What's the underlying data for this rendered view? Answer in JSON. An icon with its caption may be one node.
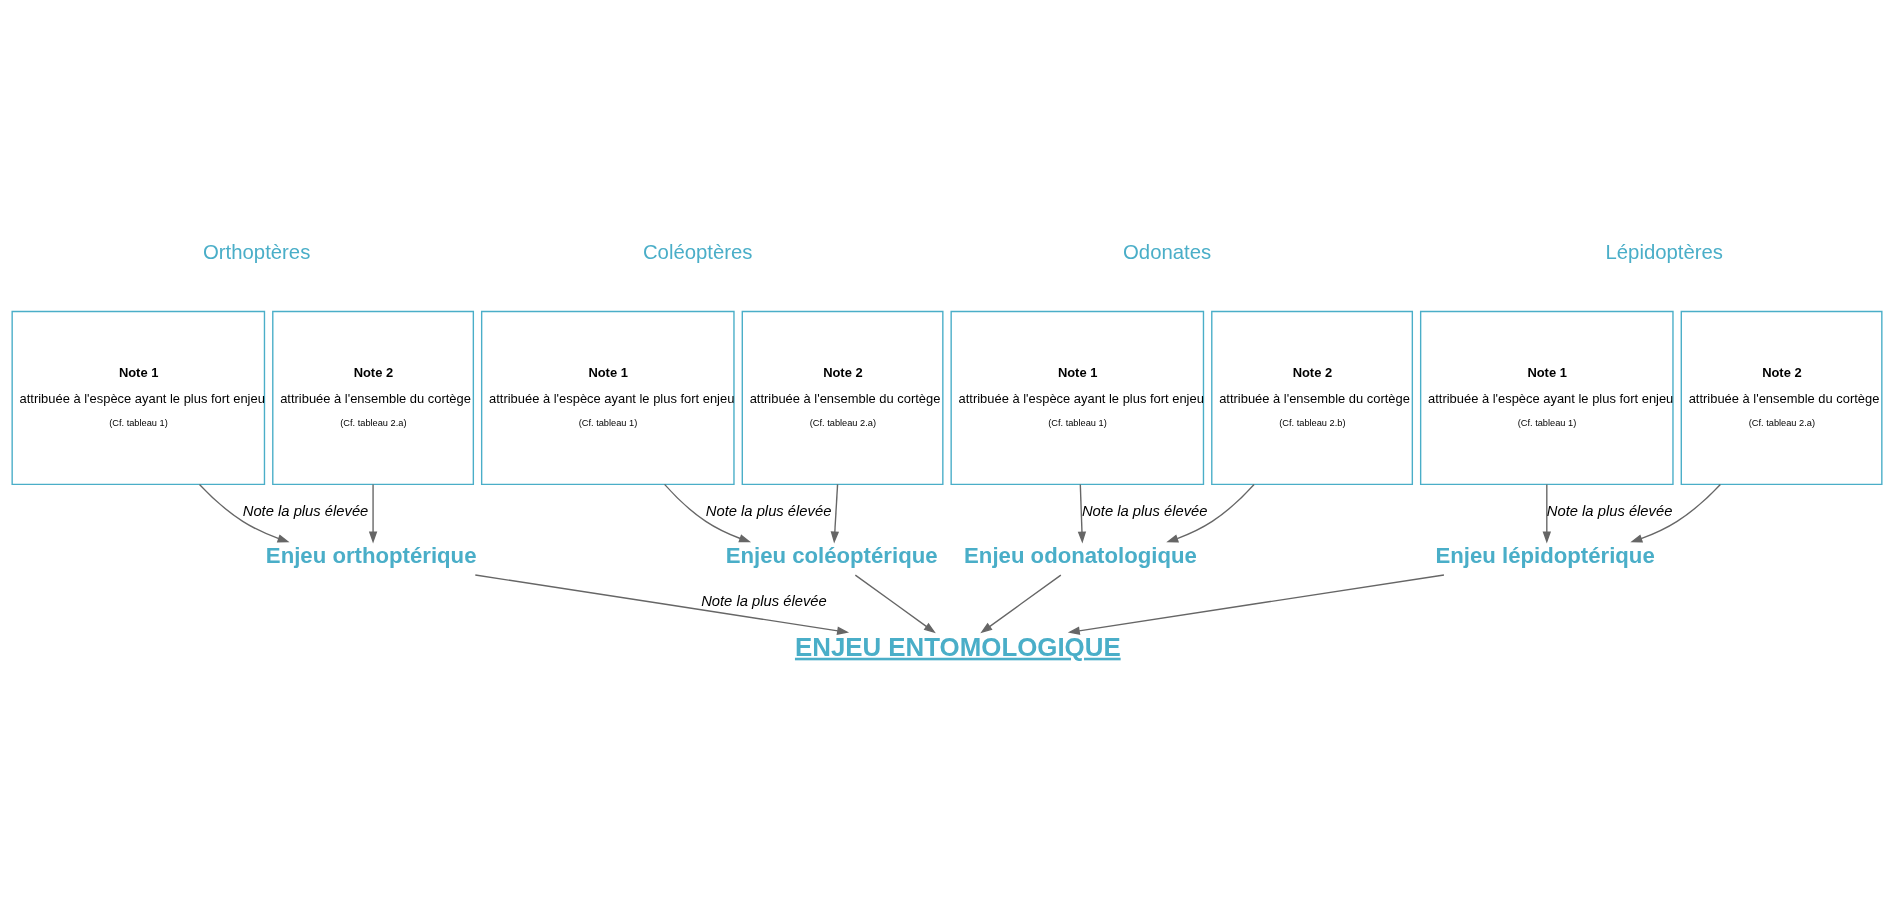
{
  "diagram": {
    "nodes": [
      {
        "text": [
          "Note 1",
          "attribuée à l'espèce ayant le plus fort enjeu",
          "(Cf. tableau 1)"
        ]
      },
      {
        "text": [
          "Note 2",
          "attribuée à l'ensemble du cortège",
          "(Cf. tableau 2.a)"
        ]
      },
      {
        "text": [
          "Note 1",
          "attribuée à l'espèce ayant le plus fort enjeu",
          "(Cf. tableau 1)"
        ]
      },
      {
        "text": [
          "Note 2",
          "attribuée à l'ensemble du cortège",
          "(Cf. tableau 2.a)"
        ]
      },
      {
        "text": [
          "Note 1",
          "attribuée à l'espèce ayant le plus fort enjeu",
          "(Cf. tableau 1)"
        ]
      },
      {
        "text": [
          "Note 2",
          "attribuée à l'ensemble du cortège",
          "(Cf. tableau 2.a)"
        ]
      },
      {
        "text": [
          "Note 1",
          "attribuée à l'espèce ayant le plus fort enjeu",
          "(Cf. tableau 1)"
        ]
      },
      {
        "text": [
          "Note 2",
          "attribuée à l'ensemble du cortège",
          "(Cf. tableau 2.b)"
        ]
      },
      {
        "text": [
          "Enjeu lépidoptérique"
        ]
      },
      {
        "text": [
          "Enjeu orthoptérique"
        ]
      },
      {
        "text": [
          "Enjeu coléoptérique"
        ]
      },
      {
        "text": [
          "Enjeu odonatologique"
        ]
      },
      {
        "text": [
          "ENJEU ENTOMOLOGIQUE"
        ]
      }
    ],
    "edges": [
      {
        "from": 0,
        "to": 8,
        "arrow": "to",
        "label": "Note la plus élevée"
      },
      {
        "from": 1,
        "to": 8,
        "arrow": "to"
      },
      {
        "from": 2,
        "to": 9,
        "arrow": "to",
        "label": "Note la plus élevée"
      },
      {
        "from": 3,
        "to": 9,
        "arrow": "to"
      },
      {
        "from": 4,
        "to": 10,
        "arrow": "to",
        "label": "Note la plus élevée"
      },
      {
        "from": 5,
        "to": 10,
        "arrow": "to"
      },
      {
        "from": 6,
        "to": 11,
        "arrow": "to",
        "label": "Note la plus élevée"
      },
      {
        "from": 7,
        "to": 11,
        "arrow": "to"
      },
      {
        "from": 8,
        "to": 12,
        "arrow": "to"
      },
      {
        "from": 9,
        "to": 12,
        "arrow": "to",
        "label": "Note la plus élevée"
      },
      {
        "from": 10,
        "to": 12,
        "arrow": "to"
      },
      {
        "from": 11,
        "to": 12,
        "arrow": "to"
      }
    ],
    "labels": [
      "Lépidoptères",
      "Orthoptères",
      "Coléoptères",
      "Odonates"
    ]
  }
}
